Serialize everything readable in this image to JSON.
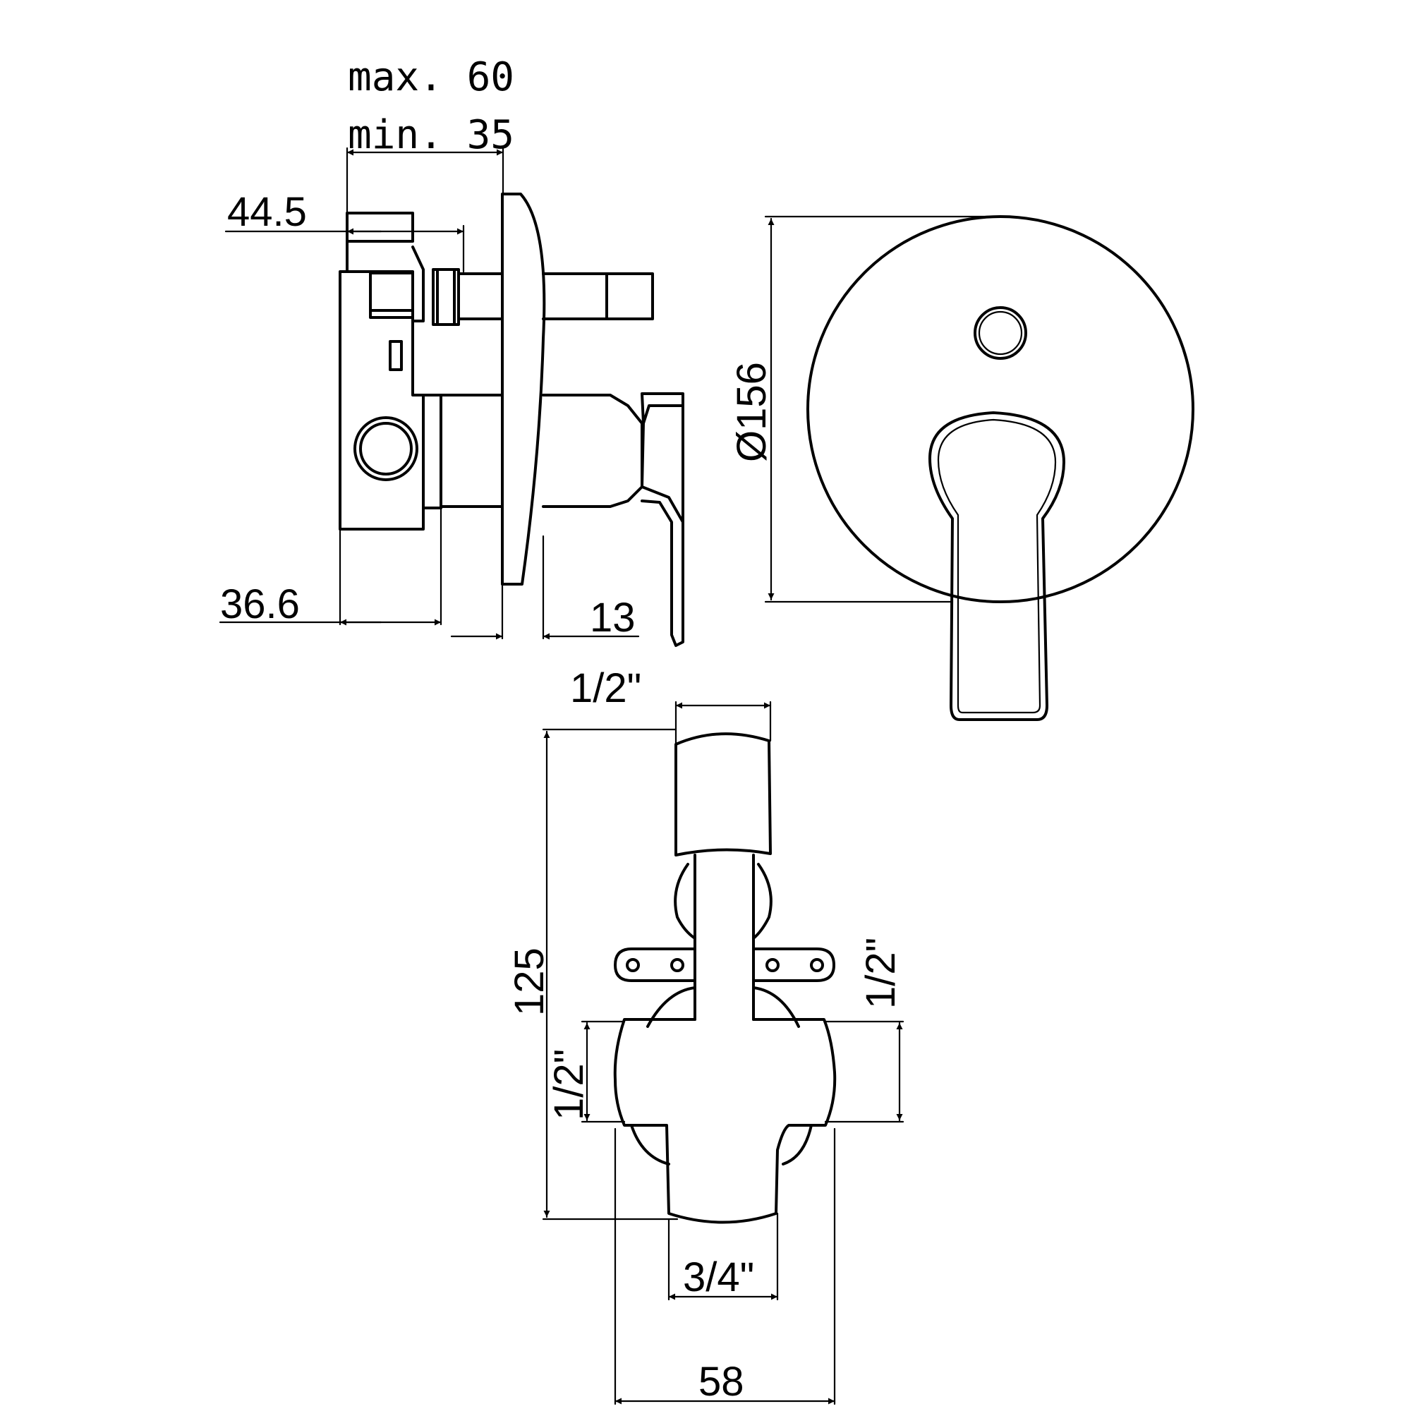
{
  "drawing": {
    "side_view": {
      "depth_max": "max. 60",
      "depth_min": "min. 35",
      "dim_upper": "44.5",
      "dim_body": "36.6",
      "dim_plate": "13"
    },
    "front_view": {
      "diameter": "Ø156"
    },
    "body_view": {
      "top_thread": "1/2\"",
      "height": "125",
      "left_thread": "1/2\"",
      "right_thread": "1/2\"",
      "bottom_thread": "3/4\"",
      "width": "58"
    }
  }
}
